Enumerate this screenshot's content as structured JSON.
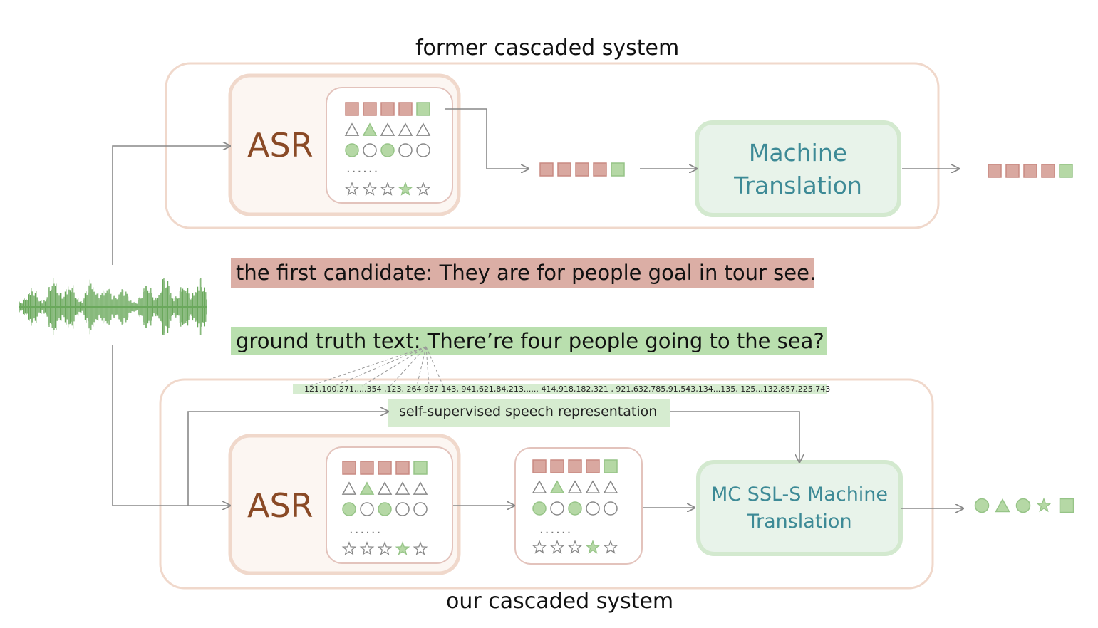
{
  "top_title": "former cascaded system",
  "bottom_title": "our cascaded system",
  "asr_label": "ASR",
  "mt_top": [
    "Machine",
    "Translation"
  ],
  "mt_bottom": [
    "MC SSL-S Machine",
    "Translation"
  ],
  "first_candidate": "the first candidate:  They are for people goal in tour see.",
  "ground_truth": "ground truth text: There’re four people going to the sea?",
  "ssl_codes": "121,100,271,....354 ,123, 264 987 143, 941,621,84,213...... 414,918,182,321 , 921,632,785,91,543,134...135, 125,..132,857,225,743",
  "ssl_label": "self-supervised speech representation",
  "ellipsis": "......",
  "colors": {
    "salmon_fill": "#d9a8a0",
    "salmon_stroke": "#c98a82",
    "green_fill": "#b5d8a5",
    "green_stroke": "#96c487",
    "outer_border": "#f0d8cb",
    "asr_panel": "#fcf6f2",
    "mt_fill": "#e8f3ea",
    "mt_border": "#d3e9cf",
    "wave": "#6aa85c",
    "arrow": "#888888"
  }
}
